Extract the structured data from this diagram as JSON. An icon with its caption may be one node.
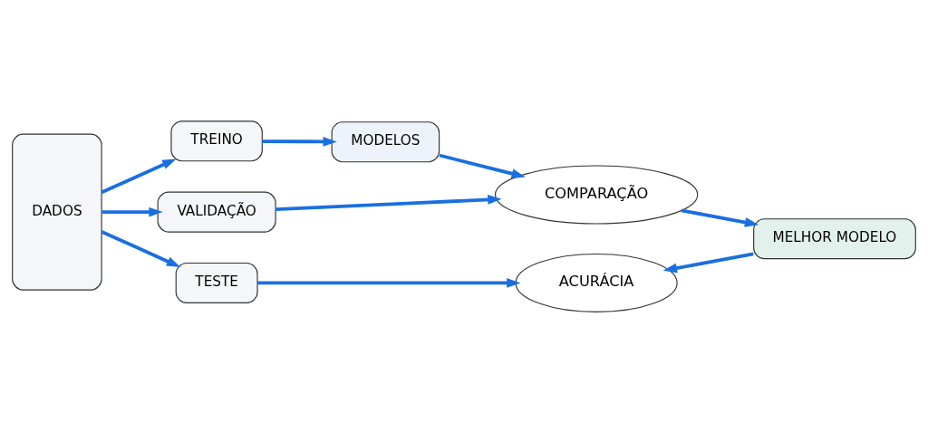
{
  "diagram": {
    "nodes": [
      {
        "text": [
          "DADOS"
        ]
      },
      {
        "text": [
          "TREINO"
        ]
      },
      {
        "text": [
          "VALIDAÇÃO"
        ]
      },
      {
        "text": [
          "TESTE"
        ]
      },
      {
        "text": [
          "MODELOS"
        ]
      },
      {
        "text": [
          "COMPARAÇÃO"
        ]
      },
      {
        "text": [
          "MELHOR MODELO"
        ]
      },
      {
        "text": [
          "ACURÁCIA"
        ]
      }
    ],
    "edges": [
      {
        "from": 0,
        "to": 1,
        "arrow": "to"
      },
      {
        "from": 0,
        "to": 2,
        "arrow": "to"
      },
      {
        "from": 0,
        "to": 3,
        "arrow": "to"
      },
      {
        "from": 1,
        "to": 4,
        "arrow": "to"
      },
      {
        "from": 4,
        "to": 5,
        "arrow": "to"
      },
      {
        "from": 2,
        "to": 5,
        "arrow": "to"
      },
      {
        "from": 5,
        "to": 6,
        "arrow": "to"
      },
      {
        "from": 6,
        "to": 7,
        "arrow": "to"
      },
      {
        "from": 3,
        "to": 7,
        "arrow": "to"
      }
    ]
  }
}
